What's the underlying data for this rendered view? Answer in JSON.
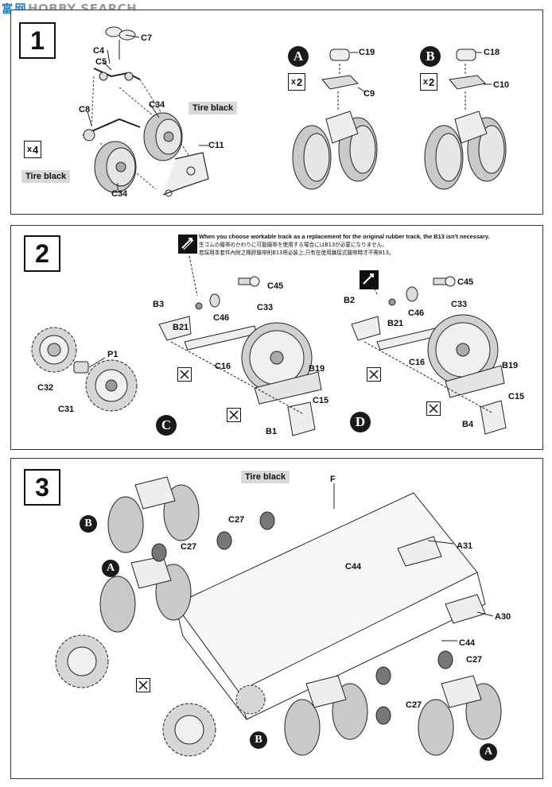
{
  "watermark": {
    "cn": "富",
    "cn2": "网",
    "en": "HOBBY SEARCH"
  },
  "steps": [
    {
      "number": "1"
    },
    {
      "number": "2"
    },
    {
      "number": "3"
    }
  ],
  "step1": {
    "quantity": {
      "prefix": "x",
      "value": "4"
    },
    "paint_labels": [
      "Tire black",
      "Tire black"
    ],
    "parts": [
      "C7",
      "C4",
      "C5",
      "C34",
      "C8",
      "C11",
      "C34"
    ],
    "sub_a": {
      "marker": "A",
      "qty_prefix": "x",
      "qty": "2",
      "parts": [
        "C19",
        "C9"
      ]
    },
    "sub_b": {
      "marker": "B",
      "qty_prefix": "x",
      "qty": "2",
      "parts": [
        "C18",
        "C10"
      ]
    }
  },
  "step2": {
    "note_en": "When you choose workable track as a replacement for the original rubber track, the B13 isn't necessary.",
    "note_jp": "生ゴムの履帯のかわりに可動履帯を使用する場合にはB13が必要になりません。",
    "note_cn": "若採用本套件內附之橡膠履帶則B13将必装上,只有在使用鍊接式履帶時才不需B13。",
    "left_parts": [
      "P1",
      "C32",
      "C31"
    ],
    "sub_c": {
      "marker": "C",
      "parts": [
        "C45",
        "B3",
        "C46",
        "B21",
        "C33",
        "C16",
        "B19",
        "C15",
        "B1"
      ]
    },
    "sub_d": {
      "marker": "D",
      "parts": [
        "C45",
        "B2",
        "C46",
        "B21",
        "C33",
        "C16",
        "B19",
        "C15",
        "B4"
      ]
    }
  },
  "step3": {
    "paint_label": "Tire black",
    "parts": [
      "F",
      "C27",
      "C27",
      "C44",
      "A31",
      "A30",
      "C44",
      "C27",
      "C27"
    ],
    "markers": [
      "B",
      "A",
      "B",
      "A"
    ]
  }
}
